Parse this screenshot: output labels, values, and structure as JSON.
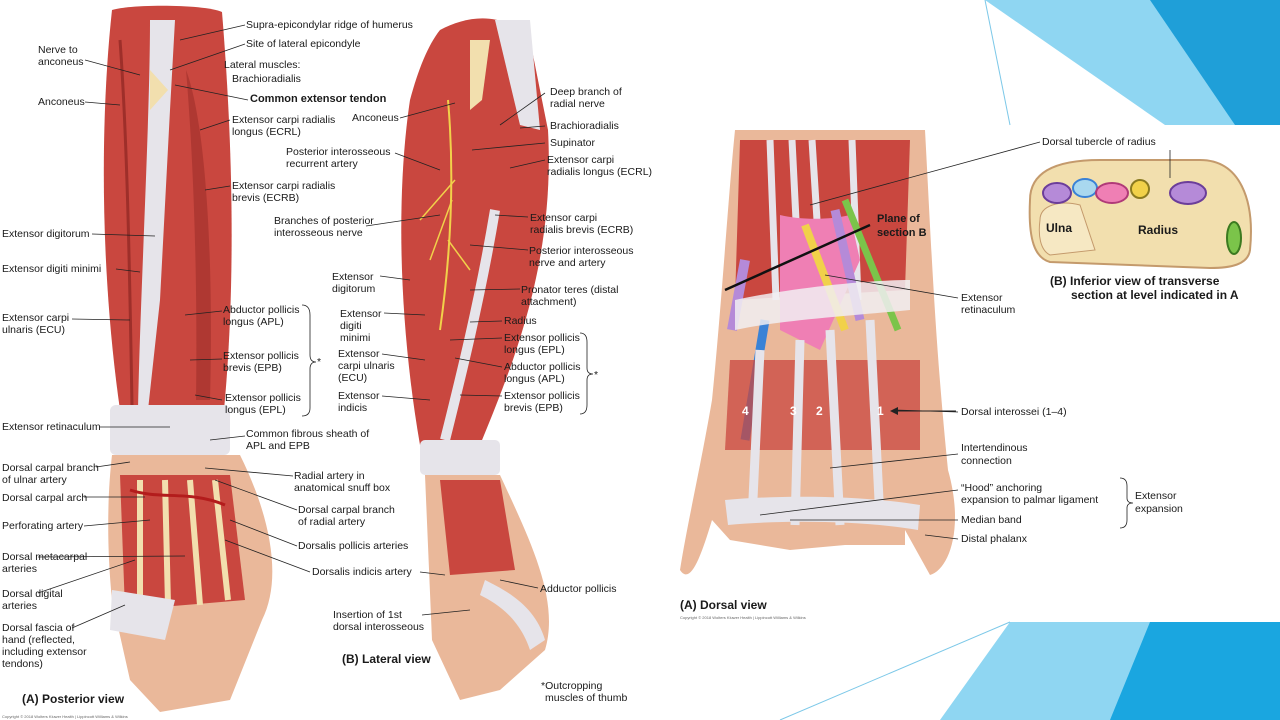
{
  "colors": {
    "muscle": "#c9473f",
    "muscle_dark": "#9e2f2a",
    "tendon": "#e6e4ea",
    "bone": "#f2dfae",
    "skin": "#eab89a",
    "accent_blue": "#1aa6e0",
    "accent_light": "#8fd6f2"
  },
  "posterior": {
    "caption": "(A) Posterior view",
    "labels": {
      "supra_ridge": "Supra-epicondylar ridge of humerus",
      "lat_epicondyle": "Site of lateral epicondyle",
      "lateral_muscles": "Lateral muscles:",
      "brachioradialis": "Brachioradialis",
      "common_ext": "Common extensor tendon",
      "ecrl_1": "Extensor carpi radialis",
      "ecrl_2": "longus (ECRL)",
      "ecrb_1": "Extensor carpi radialis",
      "ecrb_2": "brevis (ECRB)",
      "nerve_anc_1": "Nerve to",
      "nerve_anc_2": "anconeus",
      "anconeus": "Anconeus",
      "ext_dig": "Extensor digitorum",
      "ext_dig_min": "Extensor digiti minimi",
      "ecu_1": "Extensor carpi",
      "ecu_2": "ulnaris (ECU)",
      "apl_1": "Abductor pollicis",
      "apl_2": "longus (APL)",
      "epb_1": "Extensor pollicis",
      "epb_2": "brevis (EPB)",
      "epl_1": "Extensor pollicis",
      "epl_2": "longus (EPL)",
      "star": "*",
      "ext_ret": "Extensor retinaculum",
      "fib_sheath_1": "Common fibrous sheath of",
      "fib_sheath_2": "APL and EPB",
      "dcb_ulnar_1": "Dorsal carpal branch",
      "dcb_ulnar_2": "of ulnar artery",
      "dc_arch": "Dorsal carpal arch",
      "perf_art": "Perforating artery",
      "dm_art_1": "Dorsal metacarpal",
      "dm_art_2": "arteries",
      "dd_art_1": "Dorsal digital",
      "dd_art_2": "arteries",
      "fascia_1": "Dorsal fascia of",
      "fascia_2": "hand (reflected,",
      "fascia_3": "including extensor",
      "fascia_4": "tendons)",
      "radial_art_1": "Radial artery in",
      "radial_art_2": "anatomical snuff box",
      "dcb_radial_1": "Dorsal carpal branch",
      "dcb_radial_2": "of radial artery",
      "dors_pol": "Dorsalis pollicis arteries",
      "dors_ind": "Dorsalis indicis artery"
    },
    "copyright": "Copyright © 2018 Wolters Kluwer Health | Lippincott Williams & Wilkins"
  },
  "lateral": {
    "caption": "(B) Lateral view",
    "labels": {
      "deep_branch_1": "Deep branch of",
      "deep_branch_2": "radial nerve",
      "anconeus": "Anconeus",
      "brachioradialis": "Brachioradialis",
      "supinator": "Supinator",
      "ecrl_1": "Extensor carpi",
      "ecrl_2": "radialis longus (ECRL)",
      "pirec_1": "Posterior interosseous",
      "pirec_2": "recurrent artery",
      "branches_1": "Branches of posterior",
      "branches_2": "interosseous nerve",
      "ecrb_1": "Extensor carpi",
      "ecrb_2": "radialis brevis (ECRB)",
      "pin_1": "Posterior interosseous",
      "pin_2": "nerve and artery",
      "ext_dig_1": "Extensor",
      "ext_dig_2": "digitorum",
      "pron_1": "Pronator teres (distal",
      "pron_2": "attachment)",
      "radius": "Radius",
      "edm_1": "Extensor",
      "edm_2": "digiti",
      "edm_3": "minimi",
      "epl_1": "Extensor pollicis",
      "epl_2": "longus (EPL)",
      "ecu_1": "Extensor",
      "ecu_2": "carpi ulnaris",
      "ecu_3": "(ECU)",
      "apl_1": "Abductor pollicis",
      "apl_2": "longus (APL)",
      "ext_ind_1": "Extensor",
      "ext_ind_2": "indicis",
      "epb_1": "Extensor pollicis",
      "epb_2": "brevis (EPB)",
      "star": "*",
      "add_pol": "Adductor pollicis",
      "insert_1": "Insertion of 1st",
      "insert_2": "dorsal interosseous",
      "outcrop_1": "*Outcropping",
      "outcrop_2": "muscles of thumb"
    }
  },
  "dorsal": {
    "caption": "(A) Dorsal view",
    "copyright": "Copyright © 2018 Wolters Kluwer Health | Lippincott Williams & Wilkins",
    "labels": {
      "plane_1": "Plane of",
      "plane_2": "section B",
      "dorsal_tubercle": "Dorsal tubercle of radius",
      "ext_ret_1": "Extensor",
      "ext_ret_2": "retinaculum",
      "dorsal_inter": "Dorsal interossei (1–4)",
      "intertend_1": "Intertendinous",
      "intertend_2": "connection",
      "hood_1": "“Hood” anchoring",
      "hood_2": "expansion to palmar ligament",
      "median_band": "Median band",
      "distal_phal": "Distal phalanx",
      "ext_exp_1": "Extensor",
      "ext_exp_2": "expansion",
      "num_4": "4",
      "num_3": "3",
      "num_2": "2",
      "num_1": "1"
    }
  },
  "section": {
    "ulna": "Ulna",
    "radius": "Radius",
    "caption_1": "(B) Inferior view of transverse",
    "caption_2": "section at level indicated in A"
  }
}
